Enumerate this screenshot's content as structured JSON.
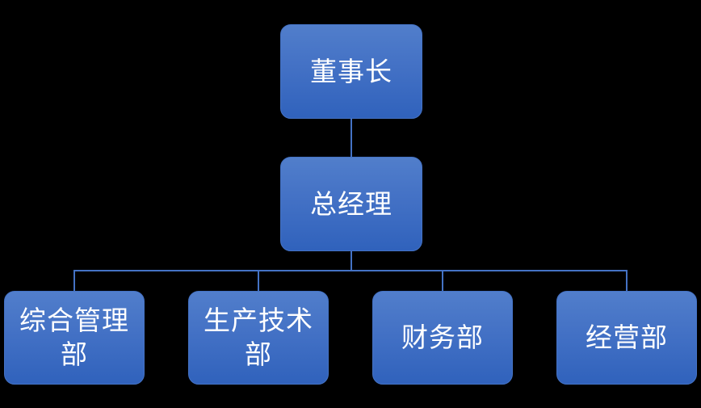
{
  "diagram": {
    "type": "org-chart",
    "background_color": "#000000",
    "node_fill_top": "#517ECB",
    "node_fill_bottom": "#3062BC",
    "node_border_color": "#4472C4",
    "connector_color": "#4472C4",
    "text_color": "#FFFFFF",
    "levels": 3,
    "nodes": [
      {
        "id": "chairman",
        "label": "董事长",
        "level": 1,
        "parent": null
      },
      {
        "id": "general-manager",
        "label": "总经理",
        "level": 2,
        "parent": "chairman"
      },
      {
        "id": "dept-general-admin",
        "label": "综合管理\n部",
        "level": 3,
        "parent": "general-manager"
      },
      {
        "id": "dept-production-tech",
        "label": "生产技术\n部",
        "level": 3,
        "parent": "general-manager"
      },
      {
        "id": "dept-finance",
        "label": "财务部",
        "level": 3,
        "parent": "general-manager"
      },
      {
        "id": "dept-business",
        "label": "经营部",
        "level": 3,
        "parent": "general-manager"
      }
    ],
    "edges": [
      {
        "from": "chairman",
        "to": "general-manager"
      },
      {
        "from": "general-manager",
        "to": "dept-general-admin"
      },
      {
        "from": "general-manager",
        "to": "dept-production-tech"
      },
      {
        "from": "general-manager",
        "to": "dept-finance"
      },
      {
        "from": "general-manager",
        "to": "dept-business"
      }
    ]
  }
}
